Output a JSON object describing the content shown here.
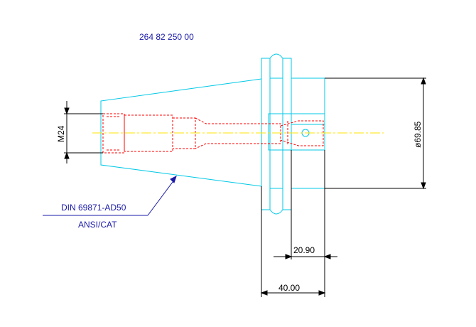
{
  "part_number": "264 82 250 00",
  "dimensions": {
    "thread": "M24",
    "diameter": "ø69.85",
    "length_short": "20.90",
    "length_long": "40.00"
  },
  "callout": {
    "standard": "DIN 69871-AD50",
    "type": "ANSI/CAT"
  },
  "colors": {
    "outline": "#00c8e6",
    "hidden_lines": "#ff0000",
    "centerline": "#ffe600",
    "dimension": "#000000",
    "callout": "#1a1aa8"
  }
}
